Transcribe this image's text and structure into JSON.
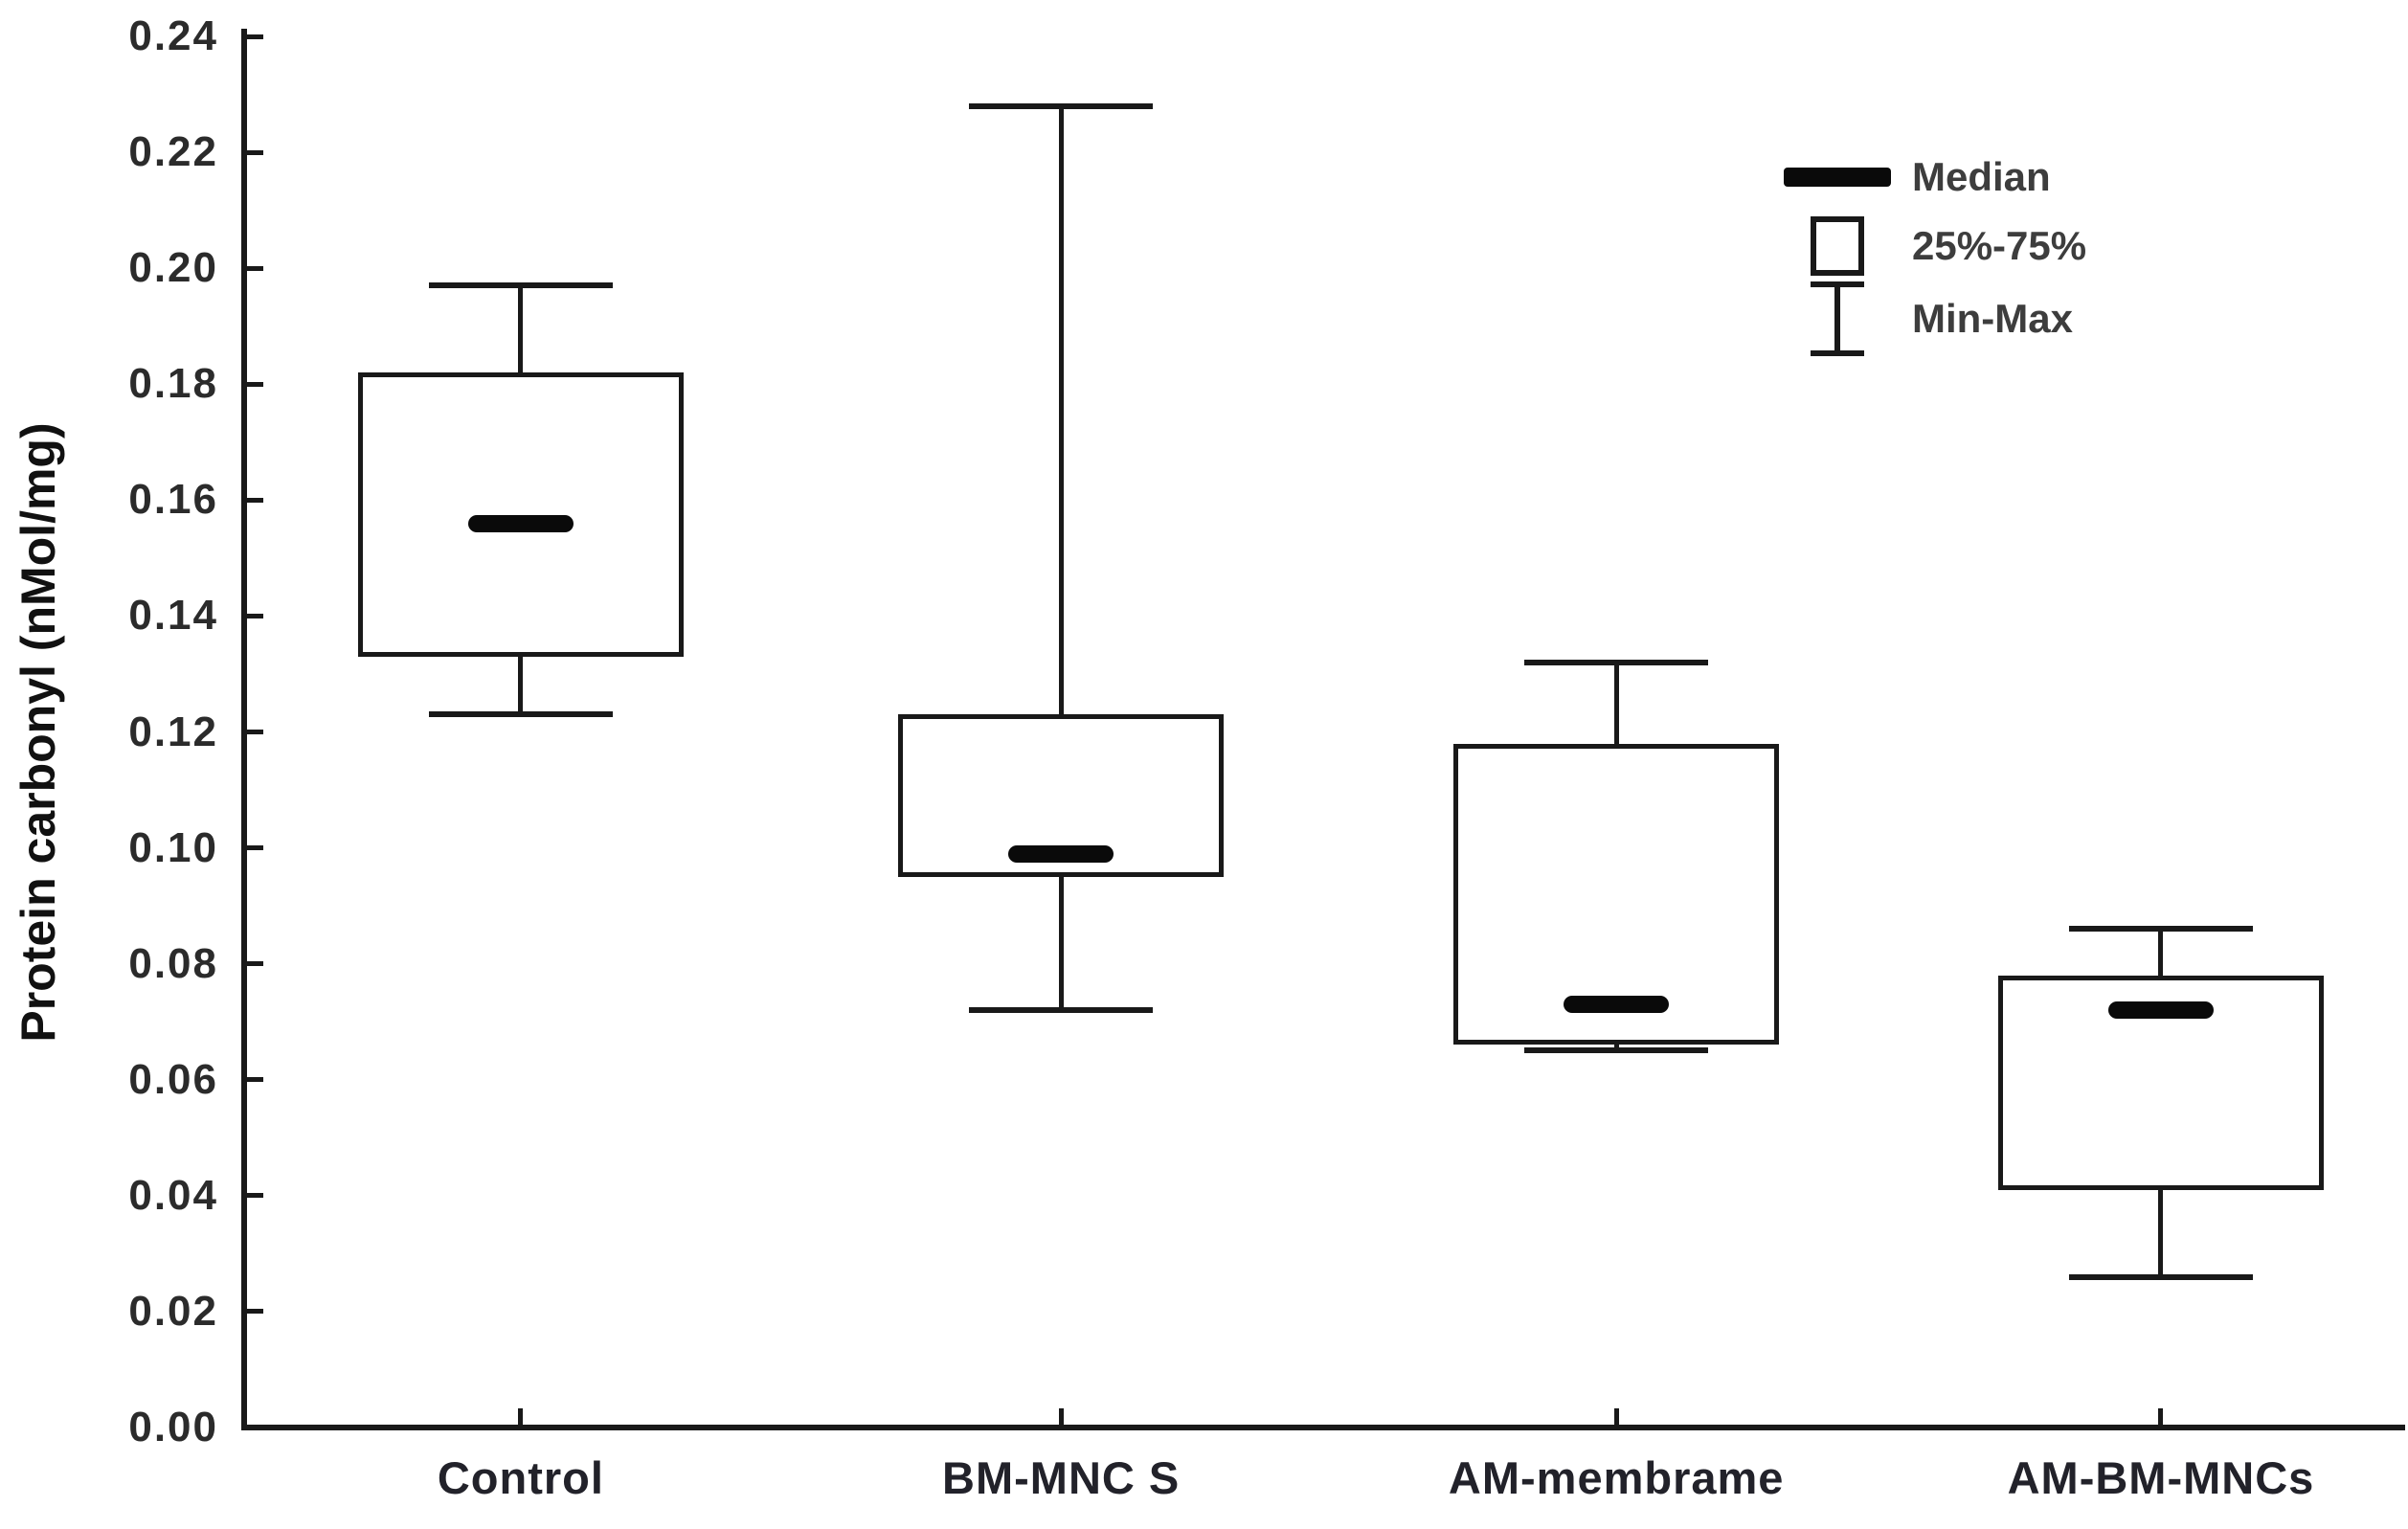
{
  "figure": {
    "background": "#ffffff",
    "ink_color": "#191919",
    "text_color": "#2b2b2b"
  },
  "chart_data": {
    "type": "box",
    "title": "",
    "xlabel": "",
    "ylabel": "Protein carbonyl (nMol/mg)",
    "ylim": [
      0.0,
      0.24
    ],
    "ytick_step": 0.02,
    "ytick_labels": [
      "0.24",
      "0.22",
      "0.20",
      "0.18",
      "0.16",
      "0.14",
      "0.12",
      "0.10",
      "0.08",
      "0.06",
      "0.04",
      "0.02",
      "0.00"
    ],
    "grid": false,
    "legend_position": "top-right",
    "legend": [
      {
        "symbol": "median-bar",
        "label": "Median"
      },
      {
        "symbol": "box",
        "label": "25%-75%"
      },
      {
        "symbol": "whisker",
        "label": "Min-Max"
      }
    ],
    "categories": [
      "Control",
      "BM-MNC S",
      "AM-membrame",
      "AM-BM-MNCs"
    ],
    "series": [
      {
        "name": "Control",
        "min": 0.123,
        "q1": 0.133,
        "median": 0.156,
        "q3": 0.182,
        "max": 0.197
      },
      {
        "name": "BM-MNC S",
        "min": 0.072,
        "q1": 0.095,
        "median": 0.099,
        "q3": 0.123,
        "max": 0.228
      },
      {
        "name": "AM-membrame",
        "min": 0.065,
        "q1": 0.066,
        "median": 0.073,
        "q3": 0.118,
        "max": 0.132
      },
      {
        "name": "AM-BM-MNCs",
        "min": 0.026,
        "q1": 0.041,
        "median": 0.072,
        "q3": 0.078,
        "max": 0.086
      }
    ]
  }
}
